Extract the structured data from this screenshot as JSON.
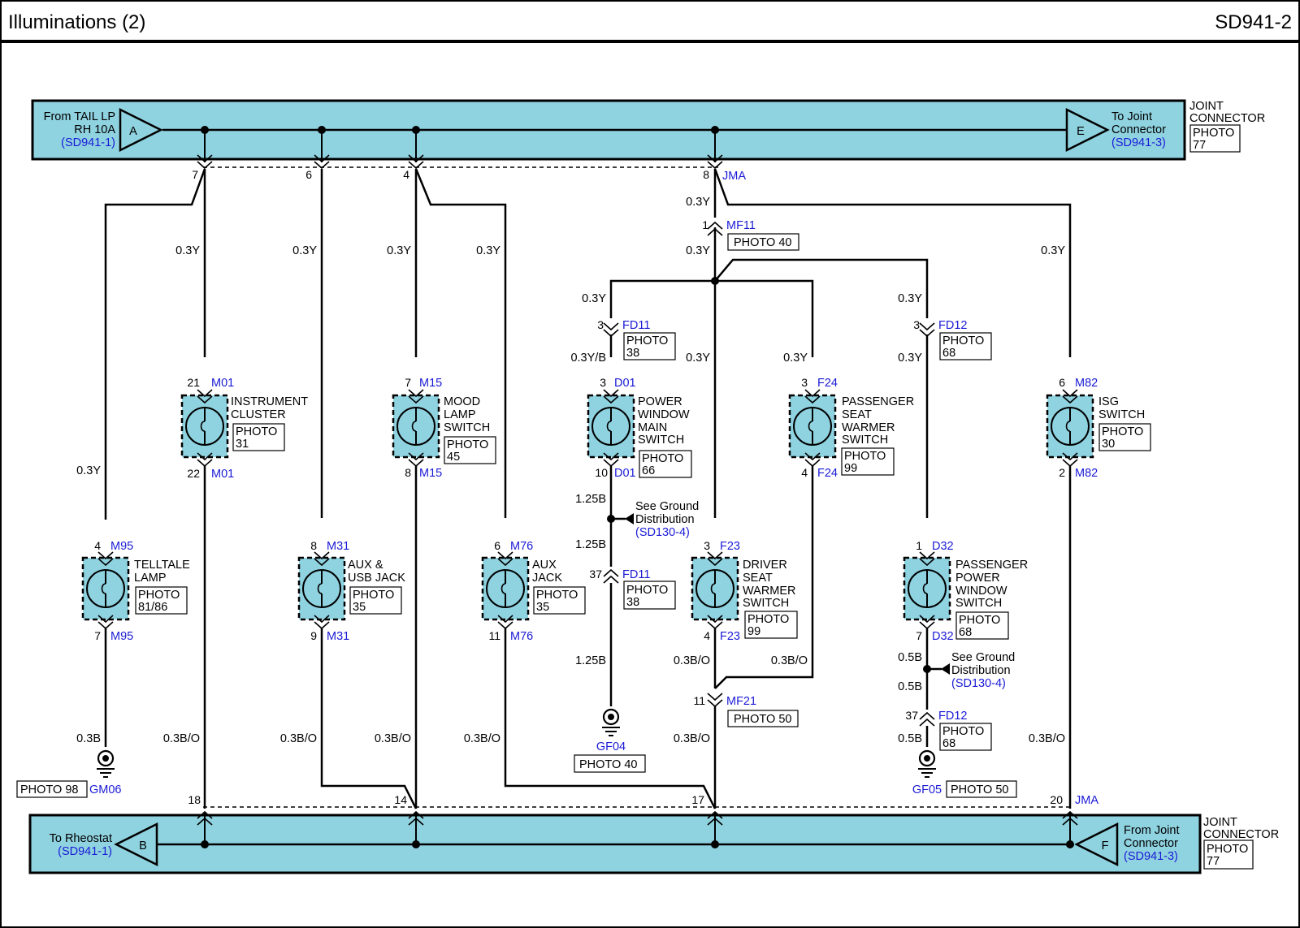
{
  "header": {
    "title": "Illuminations (2)",
    "code": "SD941-2"
  },
  "top_bus": {
    "source_label_1": "From TAIL LP",
    "source_label_2": "RH 10A",
    "source_ref": "(SD941-1)",
    "source_marker": "A",
    "dest_label_1": "To Joint",
    "dest_label_2": "Connector",
    "dest_ref": "(SD941-3)",
    "dest_marker": "E",
    "joint_label_1": "JOINT",
    "joint_label_2": "CONNECTOR",
    "joint_photo": "PHOTO",
    "joint_photo_num": "77"
  },
  "bottom_bus": {
    "dest_label_1": "To Rheostat",
    "dest_ref": "(SD941-1)",
    "dest_marker": "B",
    "source_label_1": "From Joint",
    "source_label_2": "Connector",
    "source_ref": "(SD941-3)",
    "source_marker": "F",
    "joint_label_1": "JOINT",
    "joint_label_2": "CONNECTOR",
    "joint_photo": "PHOTO",
    "joint_photo_num": "77"
  },
  "top_pins": {
    "p7": "7",
    "p6": "6",
    "p4": "4",
    "p8": "8",
    "jma": "JMA"
  },
  "bottom_pins": {
    "p18": "18",
    "p14": "14",
    "p17": "17",
    "p20": "20",
    "jma": "JMA"
  },
  "wires": {
    "w_top_a": "0.3Y",
    "w_top_b": "0.3Y",
    "w_top_c": "0.3Y",
    "w_top_d": "0.3Y",
    "w_jma_1": "0.3Y",
    "w_mf11": "0.3Y",
    "w_isg": "0.3Y",
    "w_telltale": "0.3Y",
    "w_pwm_1": "0.3Y",
    "w_pwm_2": "0.3Y/B",
    "w_dsw": "0.3Y",
    "w_psw": "0.3Y",
    "w_ppw_1": "0.3Y",
    "w_ppw_2": "0.3Y",
    "w_gf04_1": "1.25B",
    "w_gf04_2": "1.25B",
    "w_gf04_3": "1.25B",
    "w_dsw_out": "0.3B/O",
    "w_psw_out": "0.3B/O",
    "w_mf21_out": "0.3B/O",
    "w_ppw_out_1": "0.5B",
    "w_ppw_out_2": "0.5B",
    "w_ppw_out_3": "0.5B",
    "w_gm06": "0.3B",
    "w_ic_out": "0.3B/O",
    "w_aux_usb_out": "0.3B/O",
    "w_mood_out": "0.3B/O",
    "w_aux_out": "0.3B/O",
    "w_isg_out": "0.3B/O"
  },
  "connectors": {
    "mf11": {
      "pin": "1",
      "name": "MF11",
      "photo": "PHOTO 40"
    },
    "fd11_top": {
      "pin": "3",
      "name": "FD11",
      "photo": "PHOTO",
      "photo_num": "38"
    },
    "fd12_top": {
      "pin": "3",
      "name": "FD12",
      "photo": "PHOTO",
      "photo_num": "68"
    },
    "fd11_bot": {
      "pin": "37",
      "name": "FD11",
      "photo": "PHOTO",
      "photo_num": "38"
    },
    "fd12_bot": {
      "pin": "37",
      "name": "FD12",
      "photo": "PHOTO",
      "photo_num": "68"
    },
    "mf21": {
      "pin": "11",
      "name": "MF21",
      "photo": "PHOTO 50"
    }
  },
  "components": {
    "instrument_cluster": {
      "pin_in": "21",
      "pin_out": "22",
      "conn": "M01",
      "label_1": "INSTRUMENT",
      "label_2": "CLUSTER",
      "photo": "PHOTO",
      "photo_num": "31"
    },
    "mood_lamp": {
      "pin_in": "7",
      "pin_out": "8",
      "conn": "M15",
      "label_1": "MOOD",
      "label_2": "LAMP",
      "label_3": "SWITCH",
      "photo": "PHOTO",
      "photo_num": "45"
    },
    "power_window_main": {
      "pin_in": "3",
      "pin_out": "10",
      "conn": "D01",
      "label_1": "POWER",
      "label_2": "WINDOW",
      "label_3": "MAIN",
      "label_4": "SWITCH",
      "photo": "PHOTO",
      "photo_num": "66"
    },
    "passenger_seat_warmer": {
      "pin_in": "3",
      "pin_out": "4",
      "conn": "F24",
      "label_1": "PASSENGER",
      "label_2": "SEAT",
      "label_3": "WARMER",
      "label_4": "SWITCH",
      "photo": "PHOTO",
      "photo_num": "99"
    },
    "isg_switch": {
      "pin_in": "6",
      "pin_out": "2",
      "conn": "M82",
      "label_1": "ISG",
      "label_2": "SWITCH",
      "photo": "PHOTO",
      "photo_num": "30"
    },
    "telltale_lamp": {
      "pin_in": "4",
      "pin_out": "7",
      "conn": "M95",
      "label_1": "TELLTALE",
      "label_2": "LAMP",
      "photo": "PHOTO",
      "photo_num": "81/86"
    },
    "aux_usb_jack": {
      "pin_in": "8",
      "pin_out": "9",
      "conn": "M31",
      "label_1": "AUX &",
      "label_2": "USB JACK",
      "photo": "PHOTO",
      "photo_num": "35"
    },
    "aux_jack": {
      "pin_in": "6",
      "pin_out": "11",
      "conn": "M76",
      "label_1": "AUX",
      "label_2": "JACK",
      "photo": "PHOTO",
      "photo_num": "35"
    },
    "driver_seat_warmer": {
      "pin_in": "3",
      "pin_out": "4",
      "conn": "F23",
      "label_1": "DRIVER",
      "label_2": "SEAT",
      "label_3": "WARMER",
      "label_4": "SWITCH",
      "photo": "PHOTO",
      "photo_num": "99"
    },
    "passenger_power_window": {
      "pin_in": "1",
      "pin_out": "7",
      "conn": "D32",
      "label_1": "PASSENGER",
      "label_2": "POWER",
      "label_3": "WINDOW",
      "label_4": "SWITCH",
      "photo": "PHOTO",
      "photo_num": "68"
    }
  },
  "ground_refs": {
    "left": {
      "line_1": "See Ground",
      "line_2": "Distribution",
      "ref": "(SD130-4)"
    },
    "right": {
      "line_1": "See Ground",
      "line_2": "Distribution",
      "ref": "(SD130-4)"
    }
  },
  "grounds": {
    "gf04": {
      "name": "GF04",
      "photo": "PHOTO 40"
    },
    "gf05": {
      "name": "GF05",
      "photo": "PHOTO 50"
    },
    "gm06": {
      "name": "GM06",
      "photo": "PHOTO 98"
    }
  }
}
